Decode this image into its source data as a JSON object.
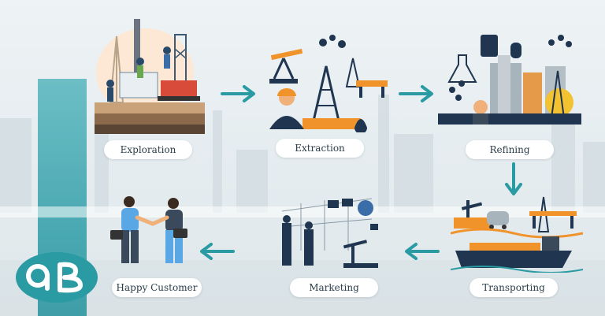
{
  "stages": [
    {
      "id": "exploration",
      "label": "Exploration"
    },
    {
      "id": "extraction",
      "label": "Extraction"
    },
    {
      "id": "refining",
      "label": "Refining"
    },
    {
      "id": "transporting",
      "label": "Transporting"
    },
    {
      "id": "marketing",
      "label": "Marketing"
    },
    {
      "id": "happy-customer",
      "label": "Happy Customer"
    }
  ],
  "colors": {
    "teal": "#2a9aa3",
    "navy": "#1f3550",
    "orange": "#f0932b",
    "red": "#d84a3a",
    "grey": "#8a9aa6"
  },
  "icons": [
    "drilling-rig-icon",
    "oil-pumpjack-icon",
    "refinery-icon",
    "tanker-ship-icon",
    "marketing-chart-icon",
    "handshake-icon",
    "arrow-right-icon",
    "arrow-down-icon",
    "arrow-left-icon",
    "logo-icon"
  ]
}
